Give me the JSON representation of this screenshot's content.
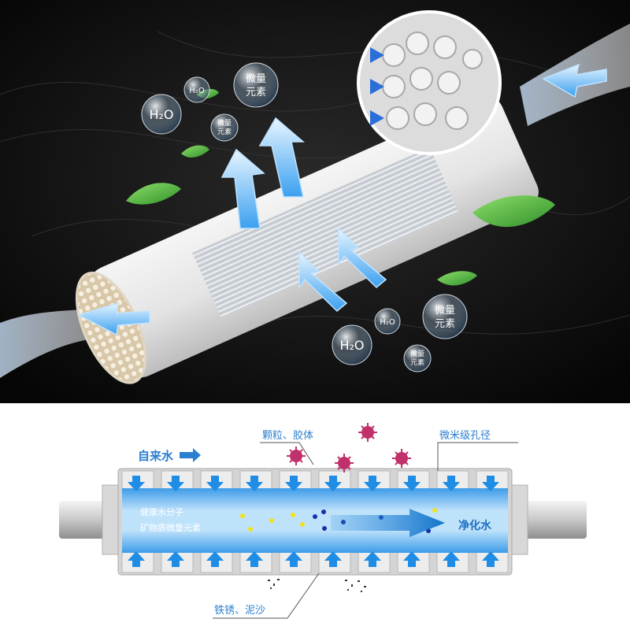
{
  "top_panel": {
    "bubbles": [
      {
        "text": "H₂O"
      },
      {
        "text": "H₂O"
      },
      {
        "text": "微量"
      },
      {
        "text": "元素"
      },
      {
        "text": "微量"
      },
      {
        "text": "元素"
      },
      {
        "text": "H₂O"
      },
      {
        "text": "H₂O"
      },
      {
        "text": "微量"
      },
      {
        "text": "元素"
      },
      {
        "text": "微量"
      },
      {
        "text": "元素"
      }
    ]
  },
  "bottom_panel": {
    "tap_water_label": "自来水",
    "particles_label": "颗粒、胶体",
    "micro_pore_label": "微米级孔径",
    "healthy_water_label": "健康水分子",
    "minerals_label": "矿物质微量元素",
    "purified_label": "净化水",
    "rust_label": "铁锈、泥沙"
  },
  "colors": {
    "accent_blue": "#1a8fe0",
    "label_blue": "#2a7fcf",
    "dark_bg": "#0b0b0b"
  }
}
